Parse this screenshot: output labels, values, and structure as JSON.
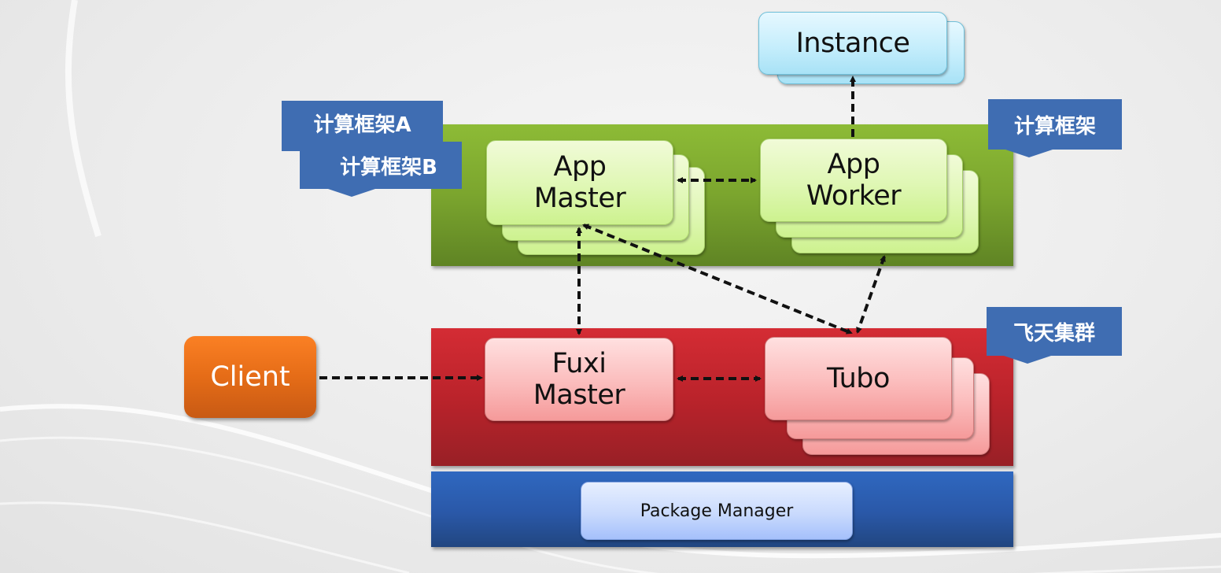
{
  "diagram": {
    "layers": {
      "compute": {
        "color": "#7ba52e"
      },
      "cluster": {
        "color": "#bb232b"
      },
      "package": {
        "color": "#2a58a8"
      }
    },
    "tags": {
      "framework_a": "计算框架A",
      "framework_b": "计算框架B",
      "framework": "计算框架",
      "cluster": "飞天集群"
    },
    "nodes": {
      "instance": "Instance",
      "app_master": {
        "line1": "App",
        "line2": "Master"
      },
      "app_worker": {
        "line1": "App",
        "line2": "Worker"
      },
      "client": "Client",
      "fuxi_master": {
        "line1": "Fuxi",
        "line2": "Master"
      },
      "tubo": "Tubo",
      "package_manager": "Package Manager"
    },
    "edges": [
      {
        "from": "client",
        "to": "fuxi_master",
        "style": "dashed",
        "direction": "forward"
      },
      {
        "from": "fuxi_master",
        "to": "tubo",
        "style": "dashed",
        "direction": "both"
      },
      {
        "from": "app_master",
        "to": "app_worker",
        "style": "dashed",
        "direction": "both"
      },
      {
        "from": "app_master",
        "to": "fuxi_master",
        "style": "dashed",
        "direction": "both"
      },
      {
        "from": "app_master",
        "to": "tubo",
        "style": "dashed",
        "direction": "both"
      },
      {
        "from": "app_worker",
        "to": "tubo",
        "style": "dashed",
        "direction": "both"
      },
      {
        "from": "app_worker",
        "to": "instance",
        "style": "dashed",
        "direction": "forward"
      }
    ]
  }
}
